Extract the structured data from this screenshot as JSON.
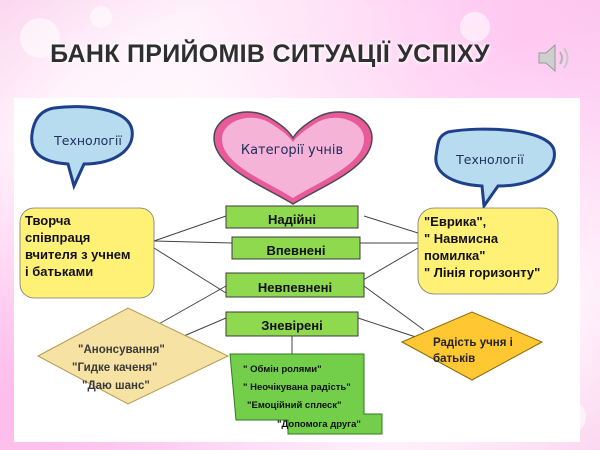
{
  "title": "БАНК ПРИЙОМІВ СИТУАЦІЇ УСПІХУ",
  "center": {
    "label": "Категорії учнів"
  },
  "left_bubble": {
    "label": "Технології"
  },
  "right_bubble": {
    "label": "Технології"
  },
  "left_box": {
    "lines": [
      "Творча",
      "співпраця",
      "вчителя з учнем",
      "і батьками"
    ]
  },
  "right_box": {
    "lines": [
      "\"Еврика\",",
      "\" Навмисна",
      "помилка\"",
      "\" Лінія горизонту\""
    ]
  },
  "categories": [
    "Надійні",
    "Впевнені",
    "Невпевнені",
    "Зневірені"
  ],
  "left_diamond": {
    "lines": [
      "\"Анонсування\"",
      "\"Гидке каченя\"",
      "\"Даю шанс\""
    ]
  },
  "right_diamond": {
    "lines": [
      "Радість учня і",
      "батьків"
    ]
  },
  "bottom_shape": {
    "lines": [
      "\" Обмін ролями\"",
      "\" Неочікувана радість\"",
      "\"Емоційний сплеск\"",
      "\"Допомога друга\""
    ]
  },
  "colors": {
    "heart": "#e95a98",
    "category_fill": "#8fd94f",
    "yellow_box": "#fff176",
    "diamond_left": "#f6e2a3",
    "diamond_right": "#ffc832",
    "bubble_border": "#1e3f8a",
    "bubble_fill": "#b7dcf0"
  }
}
